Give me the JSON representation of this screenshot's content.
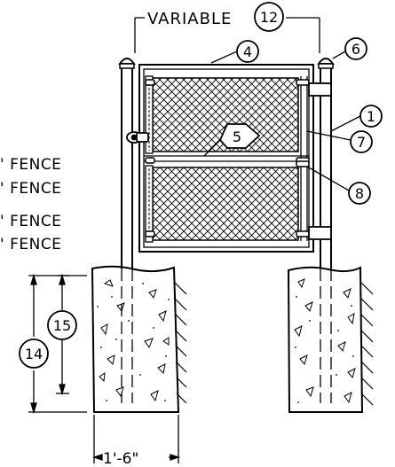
{
  "dimensions": {
    "gate_width": "VARIABLE",
    "footing_width": "1'-6\""
  },
  "side_notes": [
    "' FENCE",
    "' FENCE",
    "' FENCE",
    "' FENCE"
  ],
  "callouts": [
    "1",
    "4",
    "5",
    "6",
    "7",
    "8",
    "12",
    "14",
    "15"
  ]
}
